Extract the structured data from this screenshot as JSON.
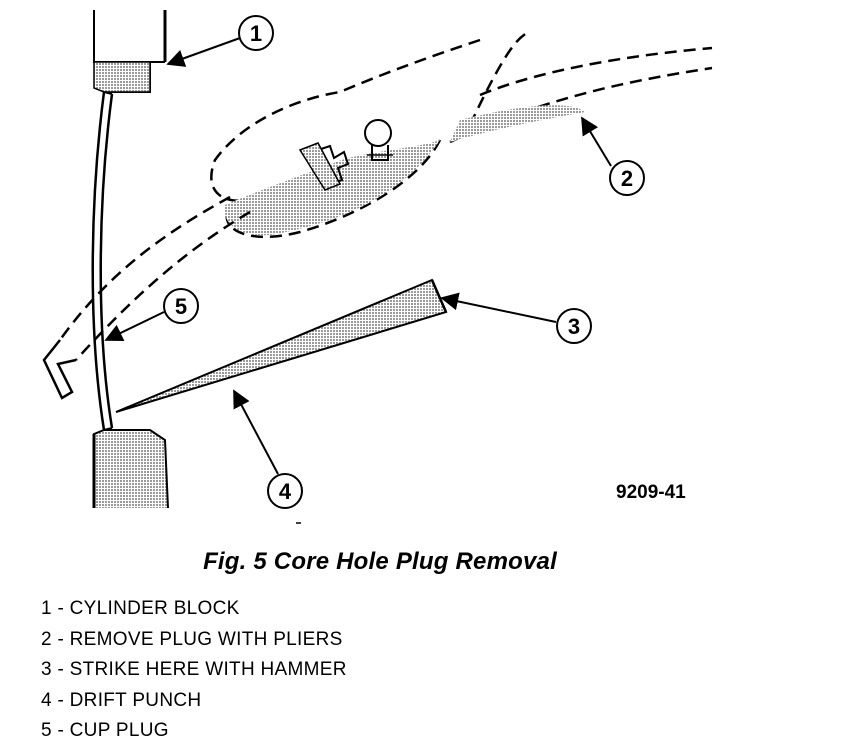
{
  "figure": {
    "code": "9209-41",
    "callouts": [
      "1",
      "2",
      "3",
      "4",
      "5"
    ]
  },
  "caption": "Fig. 5 Core Hole Plug Removal",
  "legend": [
    "1 - CYLINDER BLOCK",
    "2 - REMOVE PLUG WITH PLIERS",
    "3 - STRIKE HERE WITH HAMMER",
    "4 - DRIFT PUNCH",
    "5 - CUP PLUG"
  ],
  "colors": {
    "ink": "#000000",
    "shade": "#b8b8b8",
    "background": "#ffffff"
  }
}
